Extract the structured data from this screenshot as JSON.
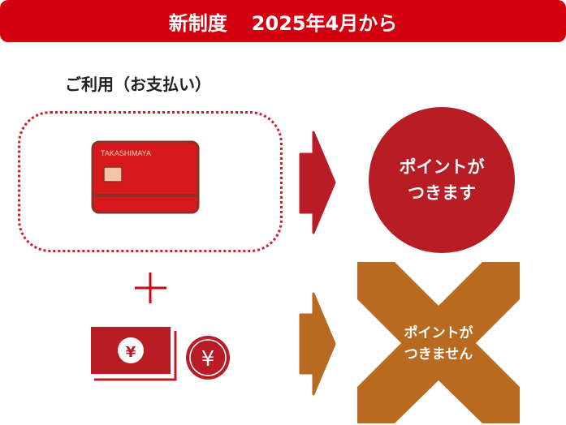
{
  "header": {
    "title": "新制度",
    "date": "2025年4月から"
  },
  "usage_label": "ご利用（お支払い）",
  "card": {
    "brand": "TAKASHIMAYA"
  },
  "result_yes": {
    "line1": "ポイントが",
    "line2": "つきます"
  },
  "result_no": {
    "line1": "ポイントが",
    "line2": "つきません"
  },
  "colors": {
    "header": "#d3000f",
    "yes": "#b81c25",
    "no": "#b86a20",
    "card": "#d7191c"
  }
}
